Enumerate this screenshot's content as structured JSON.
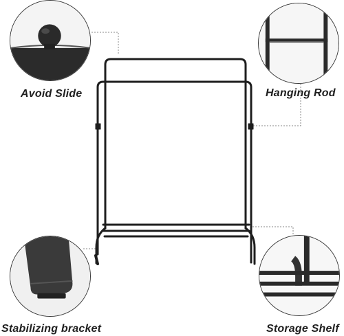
{
  "callouts": {
    "top_left": {
      "label": "Avoid Slide",
      "icon": "ball-end-cap"
    },
    "top_right": {
      "label": "Hanging Rod",
      "icon": "rod-joint"
    },
    "bottom_left": {
      "label": "Stabilizing bracket",
      "icon": "foot-bracket"
    },
    "bottom_right": {
      "label": "Storage Shelf",
      "icon": "shelf-bars"
    }
  },
  "colors": {
    "frame": "#1e1e1e",
    "leader": "#8a8a8a",
    "label": "#1f1f1f",
    "callout_border": "#3a3a3a"
  }
}
